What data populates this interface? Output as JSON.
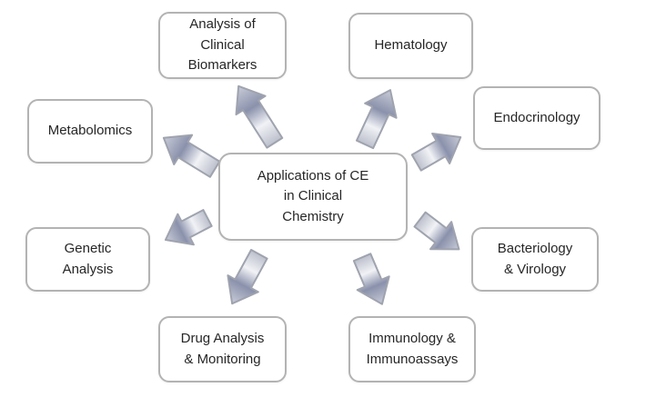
{
  "diagram": {
    "title": "Applications of CE in Clinical Chemistry radial diagram",
    "center": {
      "id": "center",
      "label": "Applications of CE\nin Clinical\nChemistry"
    },
    "nodes": [
      {
        "id": "analysis-biomarkers",
        "label": "Analysis of\nClinical\nBiomarkers"
      },
      {
        "id": "hematology",
        "label": "Hematology"
      },
      {
        "id": "metabolomics",
        "label": "Metabolomics"
      },
      {
        "id": "endocrinology",
        "label": "Endocrinology"
      },
      {
        "id": "genetic-analysis",
        "label": "Genetic\nAnalysis"
      },
      {
        "id": "bacteriology-virology",
        "label": "Bacteriology\n& Virology"
      },
      {
        "id": "drug-analysis",
        "label": "Drug Analysis\n& Monitoring"
      },
      {
        "id": "immunology",
        "label": "Immunology &\nImmunoassays"
      }
    ],
    "arrows": [
      {
        "from": "center",
        "to": "analysis-biomarkers"
      },
      {
        "from": "center",
        "to": "hematology"
      },
      {
        "from": "center",
        "to": "metabolomics"
      },
      {
        "from": "center",
        "to": "endocrinology"
      },
      {
        "from": "center",
        "to": "genetic-analysis"
      },
      {
        "from": "center",
        "to": "bacteriology-virology"
      },
      {
        "from": "center",
        "to": "drug-analysis"
      },
      {
        "from": "center",
        "to": "immunology"
      }
    ],
    "colors": {
      "background": "#ffffff",
      "box_fill": "#ffffff",
      "box_border": "#b3b3b3",
      "text": "#262626",
      "arrow_tail": "#bcc0cc",
      "arrow_light": "#f1f2f6",
      "arrow_dark": "#8a91ab",
      "arrow_head": "#c9ccd8",
      "arrow_stroke": "#9fa3ae"
    }
  }
}
